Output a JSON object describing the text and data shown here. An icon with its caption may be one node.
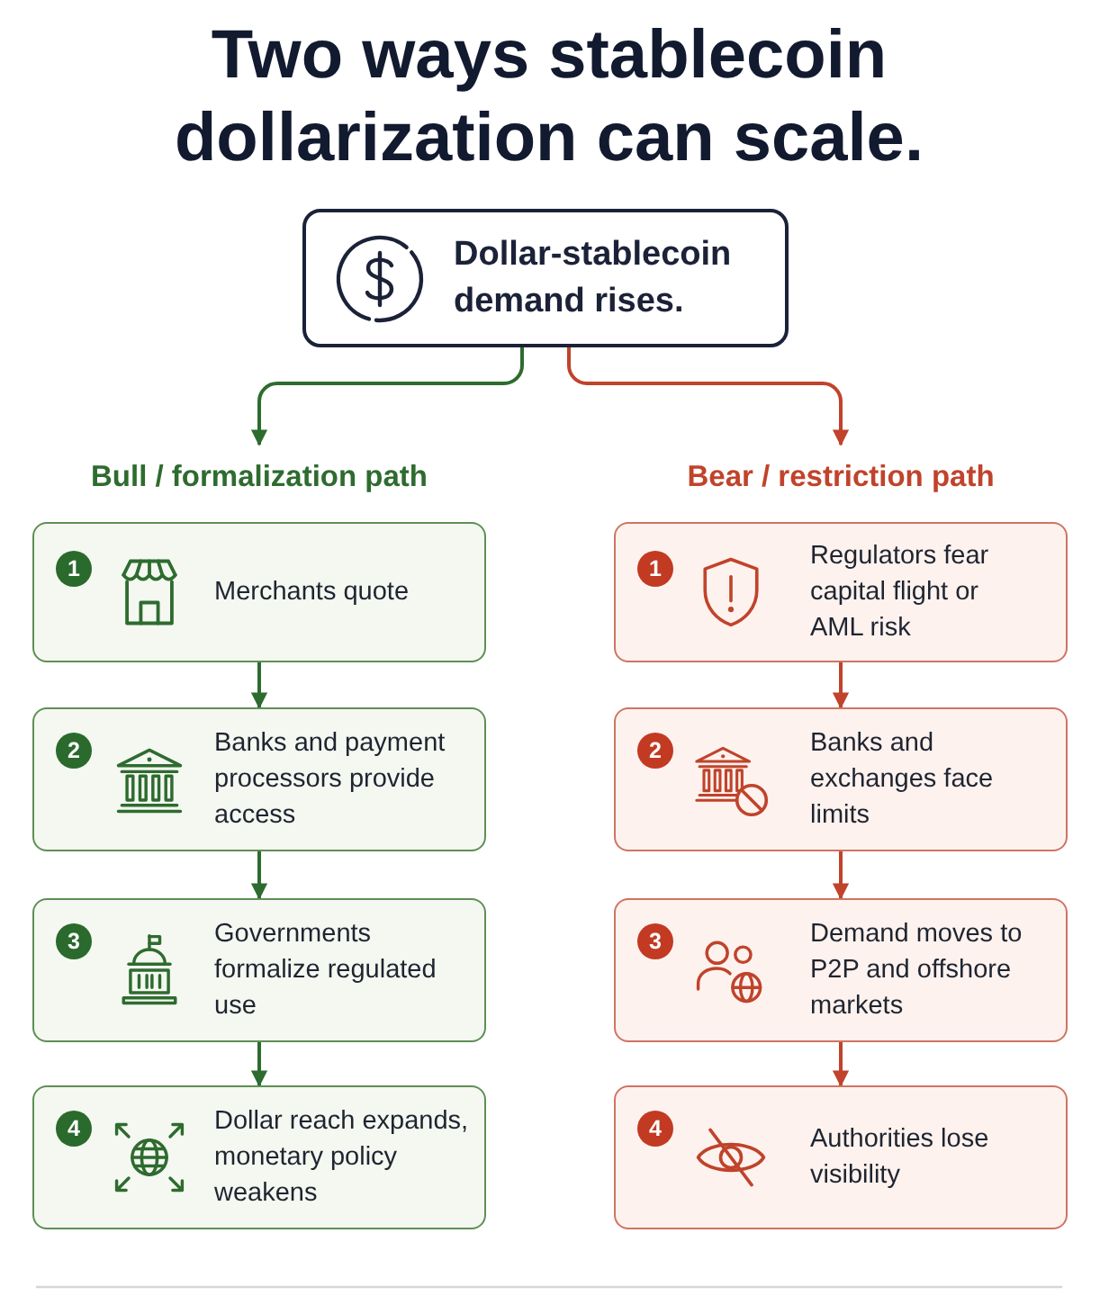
{
  "diagram": {
    "title": "Two ways stablecoin dollarization can scale.",
    "nodes": [
      {
        "text": [
          "Dollar-stablecoin demand rises."
        ]
      },
      {
        "text": [
          "Bull / formalization path"
        ]
      },
      {
        "text": [
          "1",
          "Merchants quote"
        ]
      },
      {
        "text": [
          "2",
          "Banks and payment processors provide access"
        ]
      },
      {
        "text": [
          "3",
          "Governments formalize regulated use"
        ]
      },
      {
        "text": [
          "4",
          "Dollar reach expands, monetary policy weakens"
        ]
      },
      {
        "text": [
          "Bear / restriction path"
        ]
      },
      {
        "text": [
          "1",
          "Regulators fear capital flight or AML risk"
        ]
      },
      {
        "text": [
          "2",
          "Banks and exchanges face limits"
        ]
      },
      {
        "text": [
          "3",
          "Demand moves to P2P and offshore markets"
        ]
      },
      {
        "text": [
          "4",
          "Authorities lose visibility"
        ]
      }
    ],
    "edges": [
      {
        "from": 0,
        "to": 1,
        "arrow": "to",
        "color": "#2e6b2f"
      },
      {
        "from": 0,
        "to": 6,
        "arrow": "to",
        "color": "#c0432b"
      },
      {
        "from": 2,
        "to": 3,
        "arrow": "to",
        "color": "#2e6b2f"
      },
      {
        "from": 3,
        "to": 4,
        "arrow": "to",
        "color": "#2e6b2f"
      },
      {
        "from": 4,
        "to": 5,
        "arrow": "to",
        "color": "#2e6b2f"
      },
      {
        "from": 7,
        "to": 8,
        "arrow": "to",
        "color": "#c0432b"
      },
      {
        "from": 8,
        "to": 9,
        "arrow": "to",
        "color": "#c0432b"
      },
      {
        "from": 9,
        "to": 10,
        "arrow": "to",
        "color": "#c0432b"
      }
    ]
  }
}
